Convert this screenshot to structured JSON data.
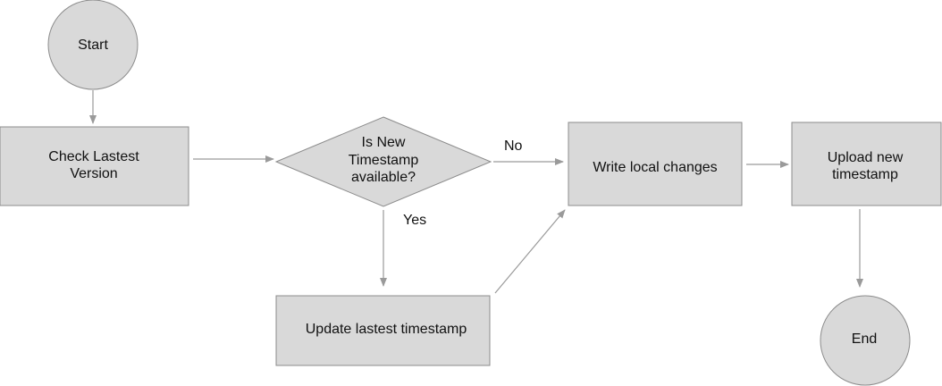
{
  "colors": {
    "node_fill": "#d9d9d9",
    "node_stroke": "#8c8c8c",
    "edge": "#9a9a9a",
    "text": "#111111"
  },
  "nodes": {
    "start": {
      "shape": "circle",
      "lines": [
        "Start"
      ]
    },
    "check": {
      "shape": "rectangle",
      "lines": [
        "Check Lastest",
        "Version"
      ]
    },
    "decision": {
      "shape": "diamond",
      "lines": [
        "Is New",
        "Timestamp",
        "available?"
      ]
    },
    "update": {
      "shape": "rectangle",
      "lines": [
        "Update lastest timestamp"
      ]
    },
    "write": {
      "shape": "rectangle",
      "lines": [
        "Write local changes"
      ]
    },
    "upload": {
      "shape": "rectangle",
      "lines": [
        "Upload new",
        "timestamp"
      ]
    },
    "end": {
      "shape": "circle",
      "lines": [
        "End"
      ]
    }
  },
  "edges": {
    "no_label": "No",
    "yes_label": "Yes"
  }
}
